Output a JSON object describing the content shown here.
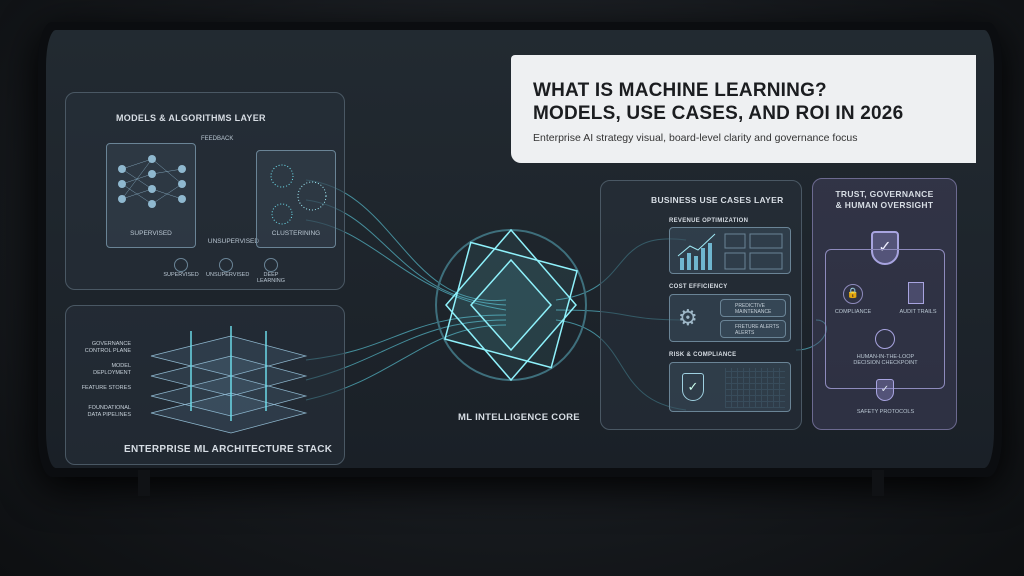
{
  "title_card": {
    "heading_line1": "WHAT IS MACHINE LEARNING?",
    "heading_line2": "MODELS, USE CASES, AND ROI IN 2026",
    "subtitle": "Enterprise AI strategy visual, board-level clarity and governance focus"
  },
  "models_layer": {
    "title": "MODELS & ALGORITHMS LAYER",
    "feedback": "FEEDBACK",
    "boxes": [
      "SUPERVISED",
      "UNSUPERVISED",
      "CLUSTERINING"
    ],
    "icons": [
      {
        "label": "SUPERVISED",
        "icon": "graduation-cap-icon"
      },
      {
        "label": "UNSUPERVISED",
        "icon": "scatter-icon"
      },
      {
        "label": "DEEP LEARNING",
        "icon": "brain-icon"
      }
    ]
  },
  "architecture": {
    "title": "ENTERPRISE ML ARCHITECTURE STACK",
    "layers": [
      "GOVERNANCE CONTROL PLANE",
      "MODEL DEPLOYMENT",
      "FEATURE STORES",
      "FOUNDATIONAL DATA PIPELINES"
    ]
  },
  "core": {
    "label": "ML INTELLIGENCE CORE"
  },
  "business": {
    "title": "BUSINESS USE CASES LAYER",
    "revenue": "REVENUE OPTIMIZATION",
    "cost": "COST EFFICIENCY",
    "cost_items": [
      "PREDICTIVE MAINTENANCE",
      "FRETURE ALERTS ALERTS"
    ],
    "risk": "RISK & COMPLIANCE"
  },
  "trust": {
    "title_line1": "TRUST, GOVERNANCE",
    "title_line2": "& HUMAN OVERSIGHT",
    "compliance": "COMPLIANCE",
    "audit": "AUDIT TRAILS",
    "hitl": "HUMAN-IN-THE-LOOP DECISION CHECKPOINT",
    "safety": "SAFETY PROTOCOLS"
  },
  "colors": {
    "accent": "#6fe3f2",
    "trust": "#8a86c8",
    "card": "#eef0f2"
  }
}
